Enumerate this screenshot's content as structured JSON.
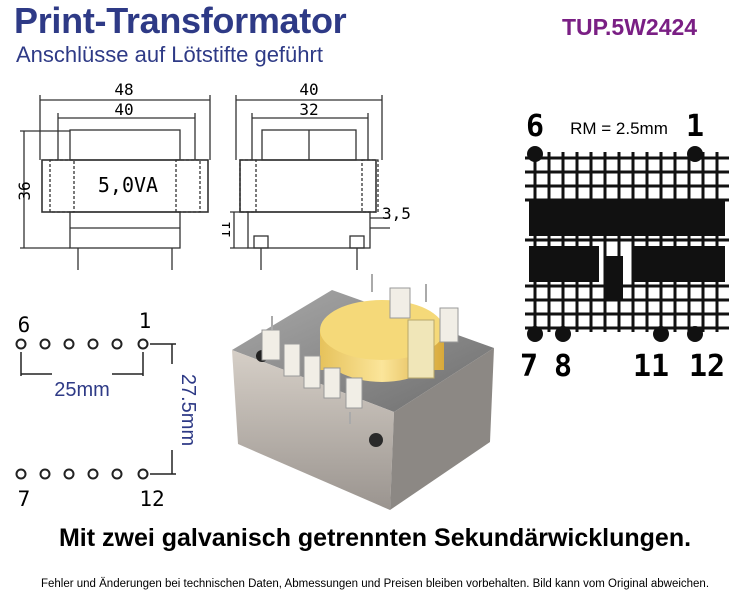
{
  "header": {
    "title": "Print-Transformator",
    "subtitle": "Anschlüsse auf Lötstifte geführt",
    "article_number": "TUP.5W2424"
  },
  "front_view": {
    "width_outer": "48",
    "width_inner": "40",
    "height": "36",
    "power_label": "5,0VA"
  },
  "side_view": {
    "width_outer": "40",
    "width_inner": "32",
    "pin_length": "3,5",
    "base_height": "11"
  },
  "pin_layout": {
    "pin_top_left": "6",
    "pin_top_right": "1",
    "pin_bottom_left": "7",
    "pin_bottom_right": "12",
    "horizontal_spacing": "25mm",
    "vertical_spacing": "27.5mm"
  },
  "schematic": {
    "grid_label": "RM = 2.5mm",
    "pin_top_left": "6",
    "pin_top_right": "1",
    "pin_bottom_labels": [
      "7",
      "8",
      "11",
      "12"
    ]
  },
  "footer": {
    "headline": "Mit zwei galvanisch getrennten Sekundärwicklungen.",
    "disclaimer": "Fehler und Änderungen bei technischen Daten, Abmessungen und Preisen bleiben vorbehalten. Bild kann vom Original abweichen."
  }
}
